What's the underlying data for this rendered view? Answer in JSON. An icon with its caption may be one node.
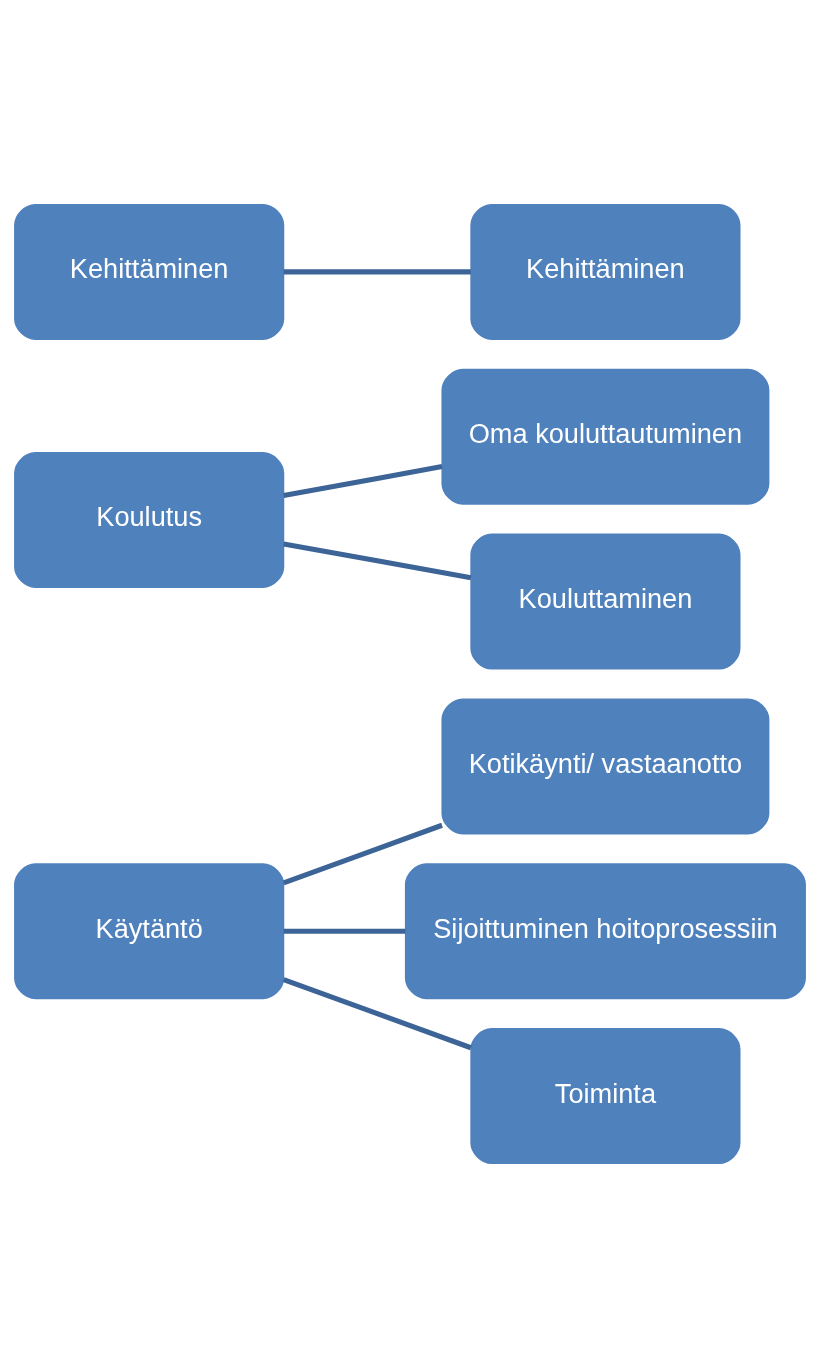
{
  "diagram": {
    "nodes": [
      {
        "text": [
          "Käytäntö"
        ]
      },
      {
        "text": [
          "Kotikäynti/ vastaanotto"
        ]
      },
      {
        "text": [
          "Sijoittuminen hoitoprosessiin"
        ]
      },
      {
        "text": [
          "Toiminta"
        ]
      },
      {
        "text": [
          "Koulutus"
        ]
      },
      {
        "text": [
          "Oma kouluttautuminen"
        ]
      },
      {
        "text": [
          "Kouluttaminen"
        ]
      },
      {
        "text": [
          "Kehittäminen"
        ]
      },
      {
        "text": [
          "Kehittäminen"
        ]
      }
    ],
    "edges": [
      {
        "from": 0,
        "to": 1,
        "arrow": "none"
      },
      {
        "from": 0,
        "to": 2,
        "arrow": "none"
      },
      {
        "from": 0,
        "to": 3,
        "arrow": "none"
      },
      {
        "from": 4,
        "to": 5,
        "arrow": "none"
      },
      {
        "from": 4,
        "to": 6,
        "arrow": "none"
      },
      {
        "from": 7,
        "to": 8,
        "arrow": "none"
      }
    ]
  }
}
